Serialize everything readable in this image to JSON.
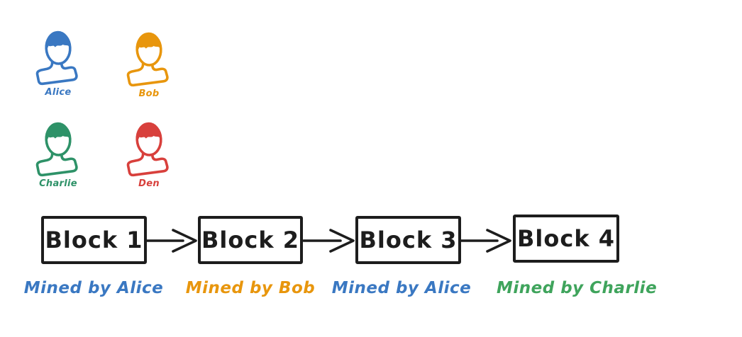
{
  "canvas": {
    "background": "#ffffff",
    "ink_color": "#1d1d1d"
  },
  "persons": [
    {
      "name": "Alice",
      "color": "#3a78c2"
    },
    {
      "name": "Bob",
      "color": "#e8960d"
    },
    {
      "name": "Charlie",
      "color": "#2e9268"
    },
    {
      "name": "Den",
      "color": "#d8403c"
    }
  ],
  "blockchain": {
    "blocks": [
      {
        "label": "Block 1",
        "mined_by": "Mined by Alice",
        "mined_color": "#3a78c2"
      },
      {
        "label": "Block 2",
        "mined_by": "Mined by Bob",
        "mined_color": "#e8960d"
      },
      {
        "label": "Block 3",
        "mined_by": "Mined by Alice",
        "mined_color": "#3a78c2"
      },
      {
        "label": "Block 4",
        "mined_by": "Mined by Charlie",
        "mined_color": "#3fa45c"
      }
    ]
  }
}
